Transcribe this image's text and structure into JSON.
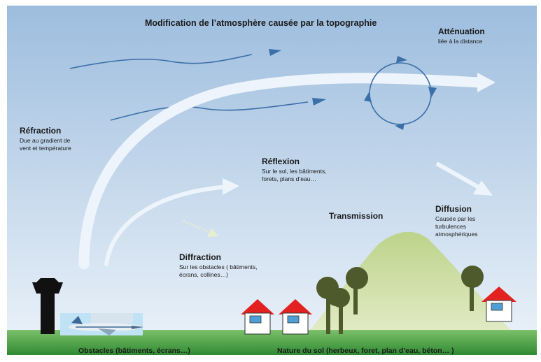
{
  "title": "Modification de l’atmosphère causée par la topographie",
  "labels": {
    "attenuation": {
      "title": "Atténuation",
      "desc": "liée à la distance"
    },
    "refraction": {
      "title": "Réfraction",
      "desc": [
        "Due au gradient de",
        "vent et température"
      ]
    },
    "reflexion": {
      "title": "Réflexion",
      "desc": [
        "Sur le sol, les bâtiments,",
        "forets, plans d’eau…"
      ]
    },
    "transmission": {
      "title": "Transmission"
    },
    "diffusion": {
      "title": "Diffusion",
      "desc": [
        "Causée par les",
        "turbulences",
        "atmosphériques"
      ]
    },
    "diffraction": {
      "title": "Diffraction",
      "desc": [
        "Sur les obstacles ( bâtiments,",
        "écrans, collines…)"
      ]
    }
  },
  "captions": {
    "obstacles": "Obstacles (bâtiments, écrans…)",
    "ground": "Nature du sol (herbeux, foret, plan d’eau, béton… )"
  },
  "colors": {
    "sky_top": "#9dbdde",
    "sky_bottom": "#e8f0f8",
    "wind_line": "#3b6fa8",
    "wave_arrow": "#eef4fb",
    "hill": "#bcd38a",
    "ground": "#2f8a33",
    "roof": "#e32121",
    "tree": "#4f5a2c",
    "tower": "#111111",
    "water": "#bfe3f5"
  },
  "icons": [
    "control-tower-icon",
    "airplane-icon",
    "house-icon",
    "tree-icon",
    "circular-arrows-icon"
  ]
}
